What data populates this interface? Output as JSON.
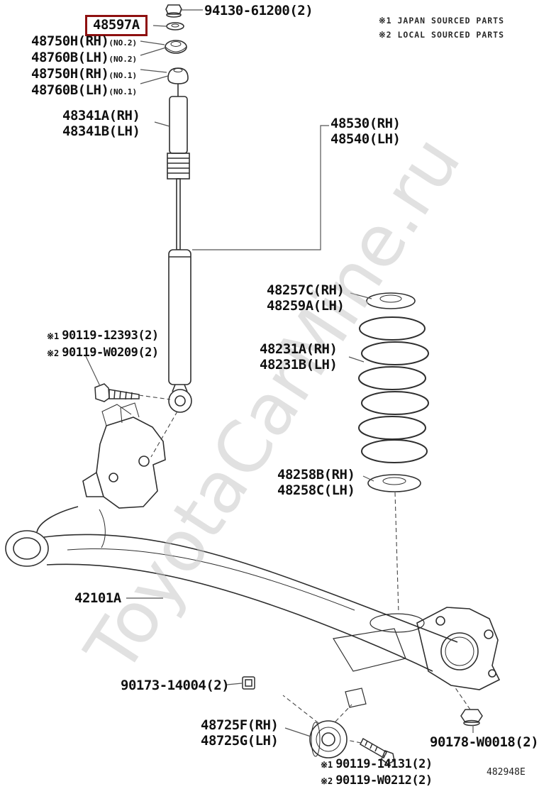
{
  "watermark": "ToyotaCarMine.ru",
  "diagram_code": "482948E",
  "legend": {
    "japan": "※1 JAPAN SOURCED PARTS",
    "local": "※2 LOCAL SOURCED PARTS"
  },
  "colors": {
    "highlight_box": "#8e1010",
    "line": "#2e2e2e",
    "watermark": "#c4c4c4"
  },
  "parts": {
    "nut_top": "94130-61200(2)",
    "highlighted": "48597A",
    "support_rh_no2": "48750H(RH)",
    "support_rh_no2_note": "(NO.2)",
    "support_lh_no2": "48760B(LH)",
    "support_lh_no2_note": "(NO.2)",
    "support_rh_no1": "48750H(RH)",
    "support_rh_no1_note": "(NO.1)",
    "support_lh_no1": "48760B(LH)",
    "support_lh_no1_note": "(NO.1)",
    "shock_rh": "48341A(RH)",
    "shock_lh": "48341B(LH)",
    "absorber_rh": "48530(RH)",
    "absorber_lh": "48540(LH)",
    "seat_upper_rh": "48257C(RH)",
    "seat_upper_lh": "48259A(LH)",
    "bolt_upper_ref1": "※1",
    "bolt_upper_num1": "90119-12393(2)",
    "bolt_upper_ref2": "※2",
    "bolt_upper_num2": "90119-W0209(2)",
    "spring_rh": "48231A(RH)",
    "spring_lh": "48231B(LH)",
    "seat_lower_rh": "48258B(RH)",
    "seat_lower_lh": "48258C(LH)",
    "beam": "42101A",
    "clip": "90173-14004(2)",
    "bush_rh": "48725F(RH)",
    "bush_lh": "48725G(LH)",
    "nut_lower": "90178-W0018(2)",
    "bolt_lower_ref1": "※1",
    "bolt_lower_num1": "90119-14131(2)",
    "bolt_lower_ref2": "※2",
    "bolt_lower_num2": "90119-W0212(2)"
  }
}
